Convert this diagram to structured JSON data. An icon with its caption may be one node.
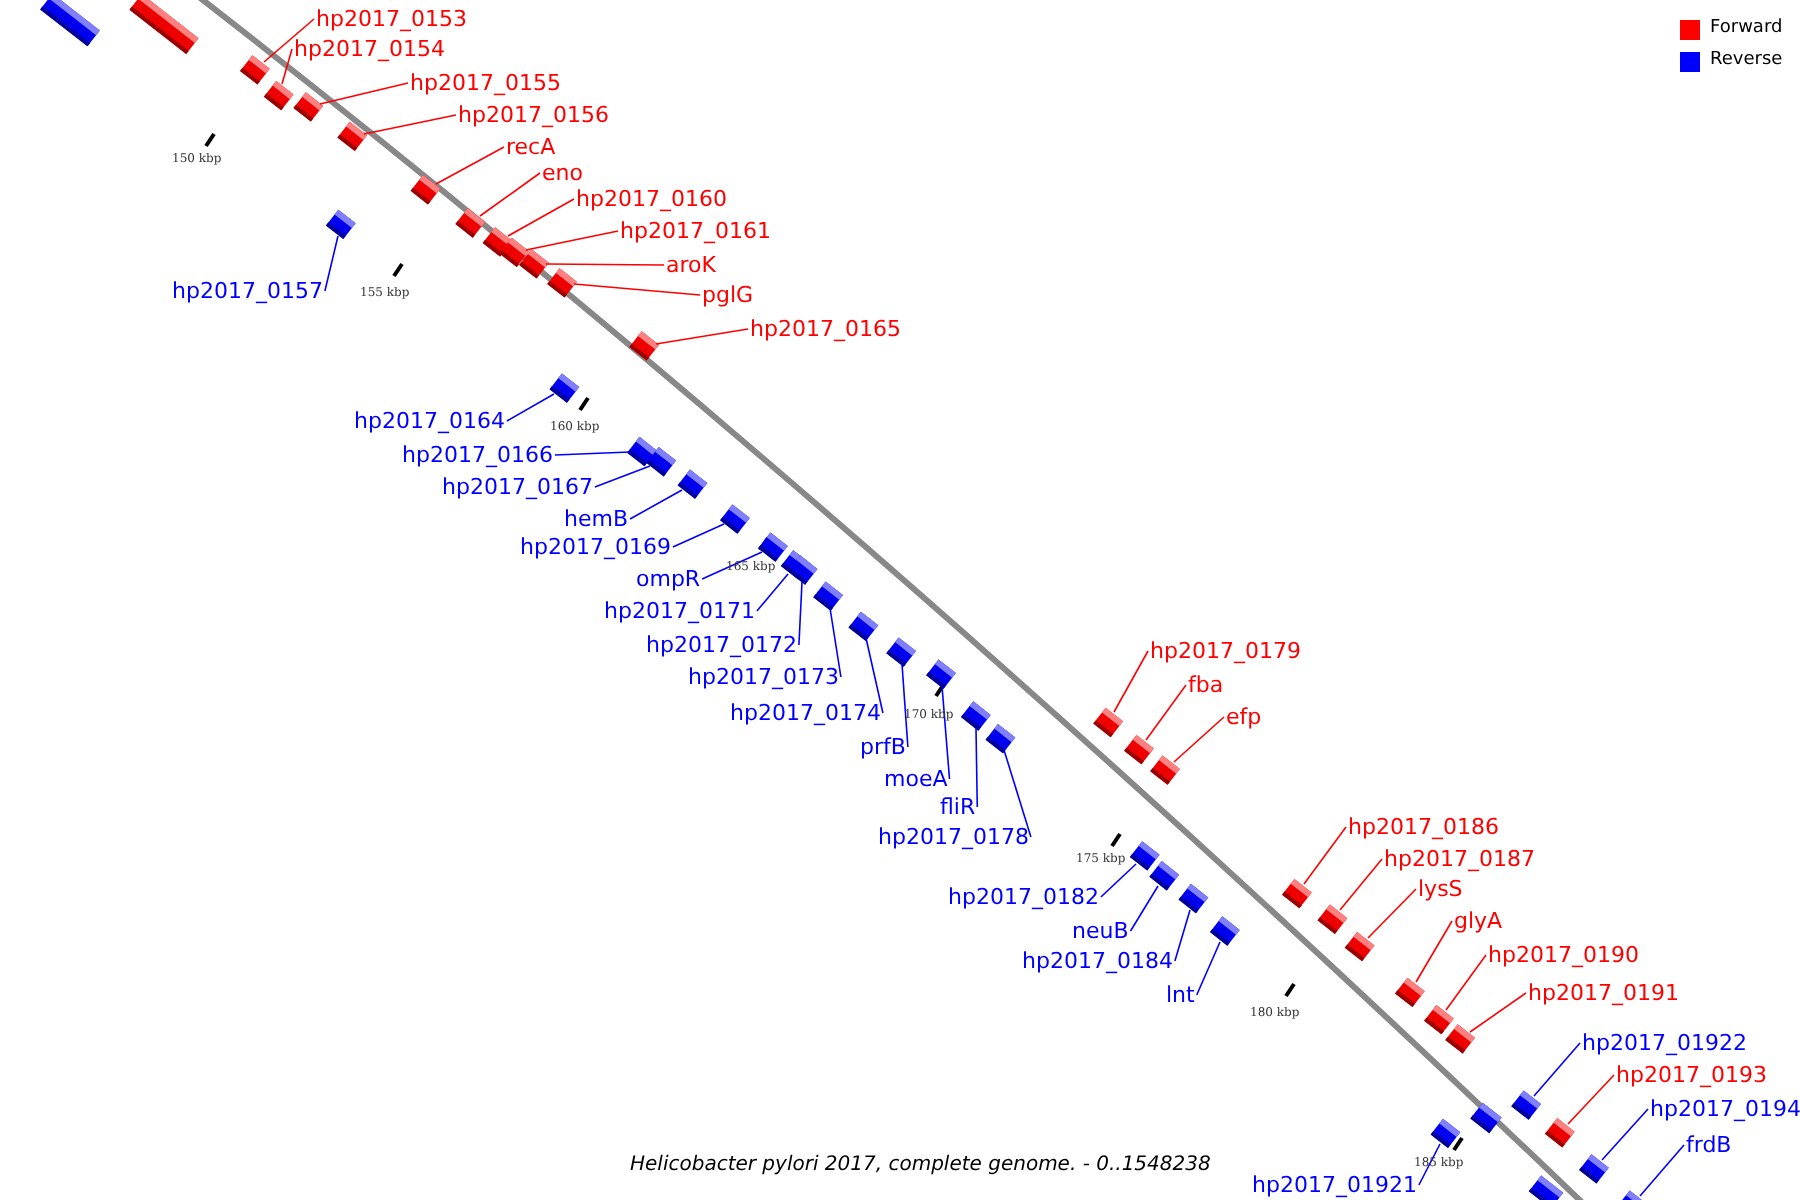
{
  "diagram": {
    "caption": "Helicobacter pylori 2017, complete genome. - 0..1548238",
    "nodes": [
      {
        "text": [
          "hp2017_0153"
        ]
      },
      {
        "text": [
          "hp2017_0154"
        ]
      },
      {
        "text": [
          "hp2017_0155"
        ]
      },
      {
        "text": [
          "hp2017_0156"
        ]
      },
      {
        "text": [
          "recA"
        ]
      },
      {
        "text": [
          "eno"
        ]
      },
      {
        "text": [
          "hp2017_0160"
        ]
      },
      {
        "text": [
          "hp2017_0161"
        ]
      },
      {
        "text": [
          "aroK"
        ]
      },
      {
        "text": [
          "pglG"
        ]
      },
      {
        "text": [
          "hp2017_0157"
        ]
      },
      {
        "text": [
          "hp2017_0165"
        ]
      },
      {
        "text": [
          "hp2017_0164"
        ]
      },
      {
        "text": [
          "hp2017_0166"
        ]
      },
      {
        "text": [
          "hp2017_0167"
        ]
      },
      {
        "text": [
          "hemB"
        ]
      },
      {
        "text": [
          "hp2017_0169"
        ]
      },
      {
        "text": [
          "ompR"
        ]
      },
      {
        "text": [
          "hp2017_0171"
        ]
      },
      {
        "text": [
          "hp2017_0172"
        ]
      },
      {
        "text": [
          "hp2017_0173"
        ]
      },
      {
        "text": [
          "hp2017_0179"
        ]
      },
      {
        "text": [
          "fba"
        ]
      },
      {
        "text": [
          "hp2017_0174"
        ]
      },
      {
        "text": [
          "efp"
        ]
      },
      {
        "text": [
          "prfB"
        ]
      },
      {
        "text": [
          "moeA"
        ]
      },
      {
        "text": [
          "fliR"
        ]
      },
      {
        "text": [
          "hp2017_0178"
        ]
      },
      {
        "text": [
          "hp2017_0186"
        ]
      },
      {
        "text": [
          "hp2017_0187"
        ]
      },
      {
        "text": [
          "lysS"
        ]
      },
      {
        "text": [
          "hp2017_0182"
        ]
      },
      {
        "text": [
          "glyA"
        ]
      },
      {
        "text": [
          "neuB"
        ]
      },
      {
        "text": [
          "hp2017_0184"
        ]
      },
      {
        "text": [
          "hp2017_0190"
        ]
      },
      {
        "text": [
          "lnt"
        ]
      },
      {
        "text": [
          "hp2017_0191"
        ]
      },
      {
        "text": [
          "hp2017_01922"
        ]
      },
      {
        "text": [
          "hp2017_0193"
        ]
      },
      {
        "text": [
          "hp2017_0194"
        ]
      },
      {
        "text": [
          "frdB"
        ]
      },
      {
        "text": [
          "hp2017_01921"
        ]
      },
      {
        "text": [],
        "shape": "box"
      },
      {
        "text": [],
        "shape": "box"
      },
      {
        "text": [],
        "shape": "box"
      },
      {
        "text": [],
        "shape": "box"
      },
      {
        "text": [],
        "shape": "box"
      },
      {
        "text": [],
        "shape": "box"
      },
      {
        "text": [],
        "shape": "box"
      },
      {
        "text": [],
        "shape": "box"
      },
      {
        "text": [],
        "shape": "box"
      },
      {
        "text": [],
        "shape": "box"
      },
      {
        "text": [],
        "shape": "box"
      },
      {
        "text": [],
        "shape": "box"
      },
      {
        "text": [],
        "shape": "box"
      },
      {
        "text": [],
        "shape": "box"
      },
      {
        "text": [],
        "shape": "box"
      },
      {
        "text": [],
        "shape": "box"
      },
      {
        "text": [],
        "shape": "box"
      },
      {
        "text": [],
        "shape": "box"
      },
      {
        "text": [],
        "shape": "box"
      },
      {
        "text": [],
        "shape": "box"
      },
      {
        "text": [],
        "shape": "box"
      },
      {
        "text": [],
        "shape": "box"
      },
      {
        "text": [],
        "shape": "box"
      },
      {
        "text": [],
        "shape": "box"
      },
      {
        "text": [],
        "shape": "box"
      },
      {
        "text": [],
        "shape": "box"
      },
      {
        "text": [],
        "shape": "box"
      },
      {
        "text": [],
        "shape": "box"
      },
      {
        "text": [],
        "shape": "box"
      },
      {
        "text": [],
        "shape": "box"
      },
      {
        "text": [],
        "shape": "box"
      },
      {
        "text": [],
        "shape": "box"
      },
      {
        "text": [],
        "shape": "box"
      },
      {
        "text": [],
        "shape": "box"
      },
      {
        "text": [],
        "shape": "box"
      },
      {
        "text": [],
        "shape": "box"
      },
      {
        "text": [],
        "shape": "box"
      },
      {
        "text": [],
        "shape": "box"
      },
      {
        "text": [],
        "shape": "box"
      },
      {
        "text": [],
        "shape": "box"
      },
      {
        "text": [],
        "shape": "box"
      },
      {
        "text": [],
        "shape": "box"
      },
      {
        "text": [],
        "shape": "box"
      },
      {
        "text": [],
        "shape": "box"
      },
      {
        "text": [],
        "shape": "box"
      },
      {
        "text": [],
        "shape": "box"
      },
      {
        "text": [],
        "shape": "box"
      },
      {
        "text": [],
        "shape": "box"
      }
    ],
    "edges": [
      {
        "from": 0,
        "to": 44,
        "arrow": "none",
        "color": "#ff0000"
      },
      {
        "from": 1,
        "to": 45,
        "arrow": "none",
        "color": "#ff0000"
      },
      {
        "from": 2,
        "to": 46,
        "arrow": "none",
        "color": "#ff0000"
      },
      {
        "from": 3,
        "to": 47,
        "arrow": "none",
        "color": "#ff0000"
      },
      {
        "from": 4,
        "to": 48,
        "arrow": "none",
        "color": "#ff0000"
      },
      {
        "from": 5,
        "to": 49,
        "arrow": "none",
        "color": "#ff0000"
      },
      {
        "from": 6,
        "to": 50,
        "arrow": "none",
        "color": "#ff0000"
      },
      {
        "from": 7,
        "to": 51,
        "arrow": "none",
        "color": "#ff0000"
      },
      {
        "from": 8,
        "to": 52,
        "arrow": "none",
        "color": "#ff0000"
      },
      {
        "from": 9,
        "to": 53,
        "arrow": "none",
        "color": "#ff0000"
      },
      {
        "from": 10,
        "to": 54,
        "arrow": "none"
      },
      {
        "from": 11,
        "to": 55,
        "arrow": "none",
        "color": "#ff0000"
      },
      {
        "from": 12,
        "to": 56,
        "arrow": "none"
      },
      {
        "from": 13,
        "to": 57,
        "arrow": "none"
      },
      {
        "from": 14,
        "to": 58,
        "arrow": "none"
      },
      {
        "from": 15,
        "to": 59,
        "arrow": "none"
      },
      {
        "from": 16,
        "to": 60,
        "arrow": "none"
      },
      {
        "from": 17,
        "to": 61,
        "arrow": "none"
      },
      {
        "from": 18,
        "to": 62,
        "arrow": "none"
      },
      {
        "from": 19,
        "to": 63,
        "arrow": "none"
      },
      {
        "from": 20,
        "to": 64,
        "arrow": "none"
      },
      {
        "from": 21,
        "to": 65,
        "arrow": "none",
        "color": "#ff0000"
      },
      {
        "from": 22,
        "to": 66,
        "arrow": "none",
        "color": "#ff0000"
      },
      {
        "from": 23,
        "to": 67,
        "arrow": "none"
      },
      {
        "from": 24,
        "to": 68,
        "arrow": "none",
        "color": "#ff0000"
      },
      {
        "from": 25,
        "to": 69,
        "arrow": "none"
      },
      {
        "from": 26,
        "to": 70,
        "arrow": "none"
      },
      {
        "from": 27,
        "to": 71,
        "arrow": "none"
      },
      {
        "from": 28,
        "to": 72,
        "arrow": "none"
      },
      {
        "from": 29,
        "to": 73,
        "arrow": "none",
        "color": "#ff0000"
      },
      {
        "from": 30,
        "to": 74,
        "arrow": "none",
        "color": "#ff0000"
      },
      {
        "from": 31,
        "to": 75,
        "arrow": "none",
        "color": "#ff0000"
      },
      {
        "from": 32,
        "to": 76,
        "arrow": "none"
      },
      {
        "from": 33,
        "to": 77,
        "arrow": "none",
        "color": "#ff0000"
      },
      {
        "from": 34,
        "to": 78,
        "arrow": "none"
      },
      {
        "from": 35,
        "to": 79,
        "arrow": "none"
      },
      {
        "from": 36,
        "to": 80,
        "arrow": "none",
        "color": "#ff0000"
      },
      {
        "from": 37,
        "to": 81,
        "arrow": "none"
      },
      {
        "from": 38,
        "to": 82,
        "arrow": "none",
        "color": "#ff0000"
      },
      {
        "from": 39,
        "to": 83,
        "arrow": "none"
      },
      {
        "from": 40,
        "to": 84,
        "arrow": "none",
        "color": "#ff0000"
      },
      {
        "from": 41,
        "to": 85,
        "arrow": "none"
      },
      {
        "from": 42,
        "to": 86,
        "arrow": "none"
      },
      {
        "from": 43,
        "to": 87,
        "arrow": "none"
      }
    ],
    "labels": [
      "150 kbp",
      "155 kbp",
      "160 kbp",
      "165 kbp",
      "170 kbp",
      "175 kbp",
      "180 kbp",
      "185 kbp"
    ],
    "legend": [
      {
        "text": "Forward",
        "color": "#ff0000"
      },
      {
        "text": "Reverse",
        "color": "#0000ff"
      }
    ]
  }
}
